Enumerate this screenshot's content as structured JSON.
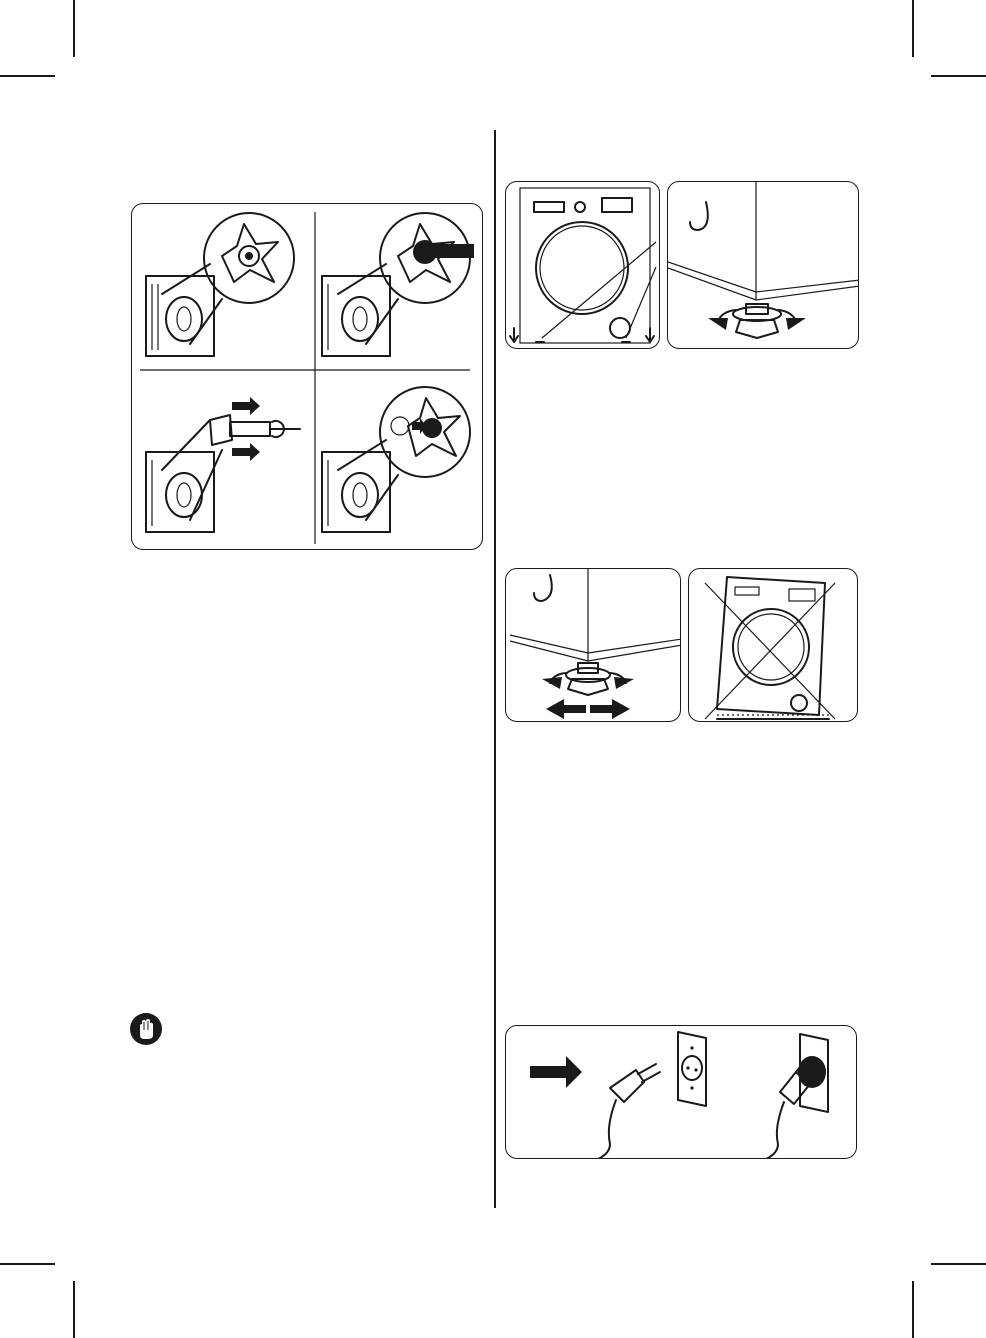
{
  "page": {
    "illustrations": [
      {
        "id": "transit-bolt-removal",
        "icon": "transit-bolt-steps-icon",
        "steps": 4
      },
      {
        "id": "leveling-feet",
        "icon": "adjustable-feet-icon"
      },
      {
        "id": "foot-adjust",
        "icon": "foot-adjust-icon"
      },
      {
        "id": "tilted-machine-warning",
        "icon": "tilted-machine-cross-icon"
      },
      {
        "id": "plug-socket",
        "icon": "plug-into-socket-icon"
      }
    ],
    "notice_icon": "stop-hand-icon"
  },
  "colors": {
    "ink": "#1a1a1a",
    "paper": "#ffffff"
  }
}
